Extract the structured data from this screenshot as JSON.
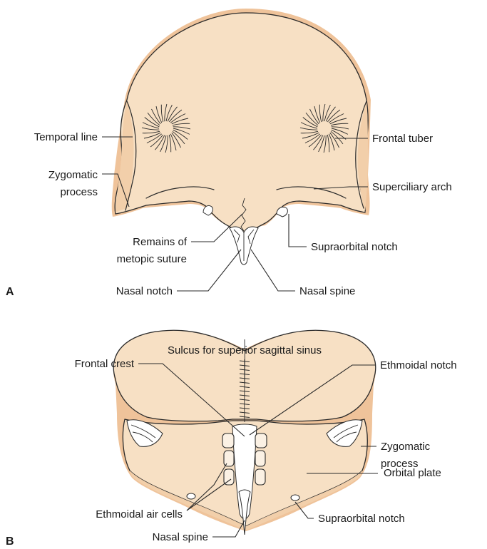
{
  "panel_a": {
    "letter": "A",
    "labels": {
      "temporal_line": "Temporal line",
      "zygomatic_1": "Zygomatic",
      "zygomatic_2": "process",
      "frontal_tuber": "Frontal tuber",
      "superciliary_arch": "Superciliary arch",
      "metopic_1": "Remains of",
      "metopic_2": "metopic suture",
      "supraorbital_notch": "Supraorbital notch",
      "nasal_notch": "Nasal notch",
      "nasal_spine": "Nasal spine"
    }
  },
  "panel_b": {
    "letter": "B",
    "labels": {
      "sulcus": "Sulcus for superior sagittal sinus",
      "frontal_crest": "Frontal crest",
      "ethmoidal_notch": "Ethmoidal notch",
      "orbital_plate": "Orbital plate",
      "zygomatic_1": "Zygomatic",
      "zygomatic_2": "process",
      "ethmoidal_air_cells": "Ethmoidal air cells",
      "supraorbital_notch": "Supraorbital notch",
      "nasal_spine": "Nasal spine"
    }
  },
  "colors": {
    "bone": "#f7e0c4",
    "bone_rim": "#efc39a",
    "outline": "#2a2a2a"
  }
}
